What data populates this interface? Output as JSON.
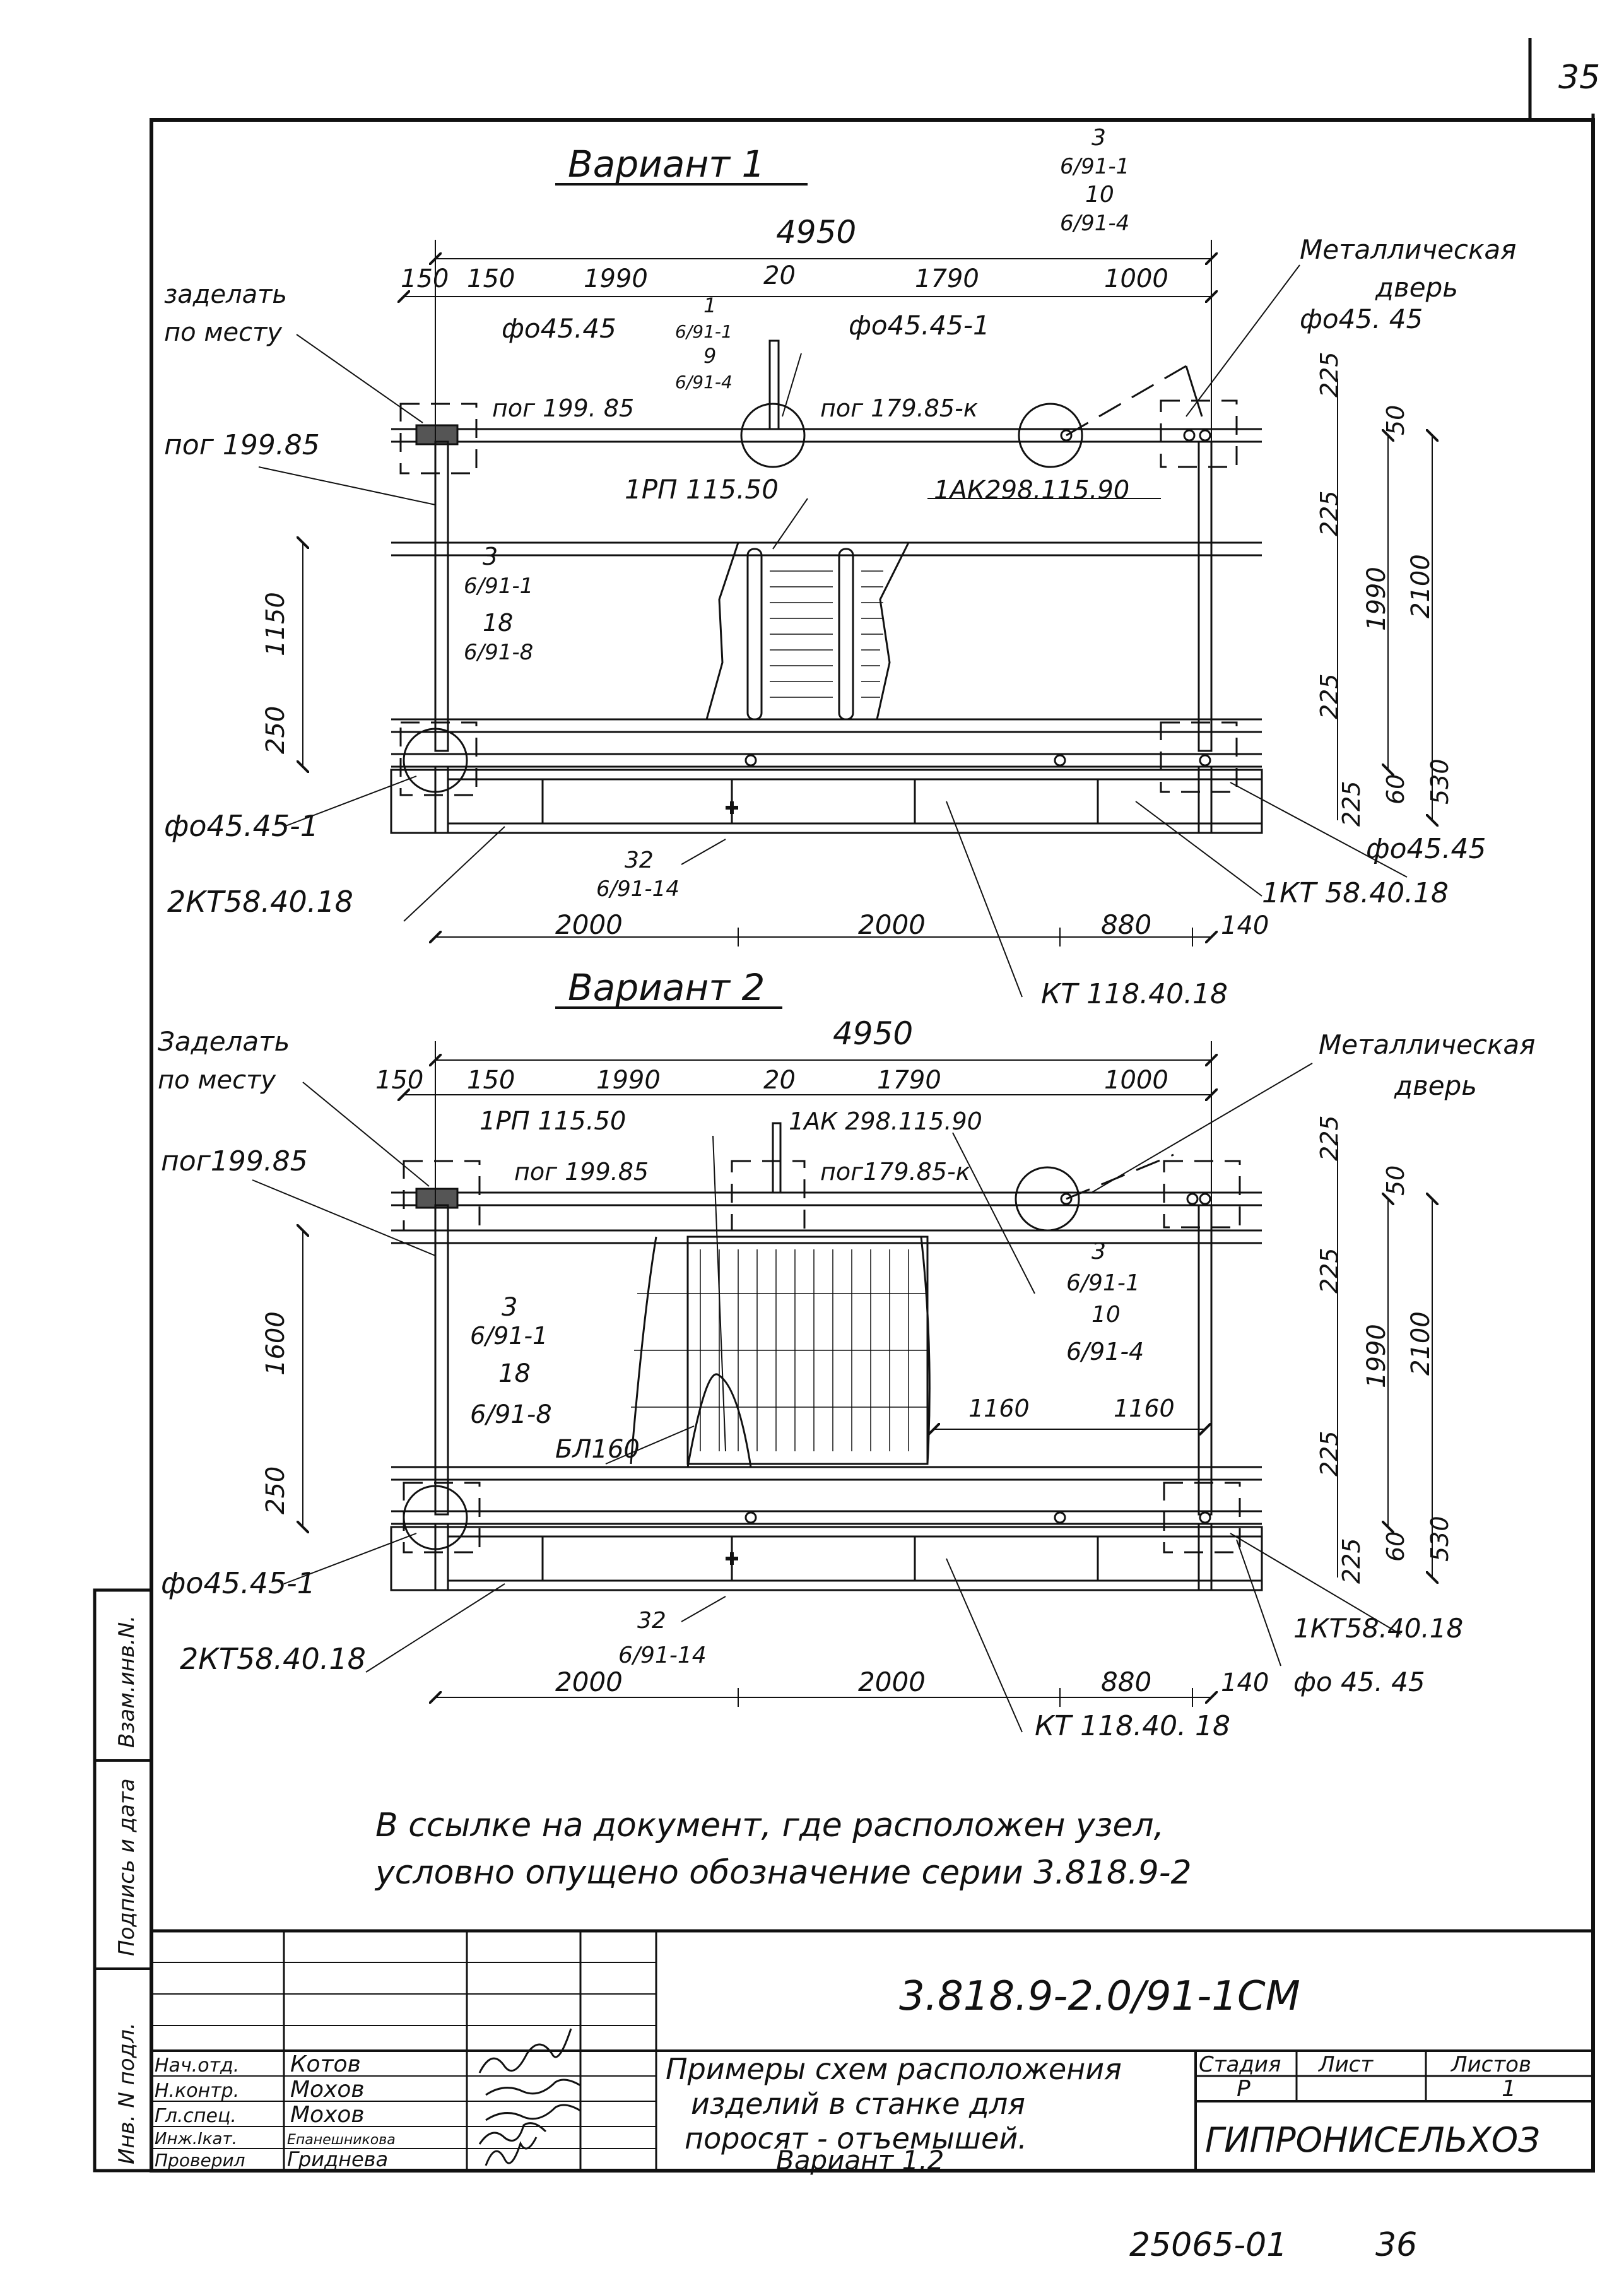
{
  "page_number": "35",
  "footer": {
    "code": "25065-01",
    "number": "36"
  },
  "variant1": {
    "title": "Вариант 1",
    "overall": "4950",
    "dims_top": [
      "150",
      "150",
      "1990",
      "20",
      "1790",
      "1000"
    ],
    "dims_bottom": [
      "2000",
      "2000",
      "880",
      "140"
    ],
    "dims_right": [
      "225",
      "50",
      "225",
      "1990",
      "2100",
      "225",
      "60",
      "530",
      "225"
    ],
    "dims_left": [
      "1150",
      "250"
    ],
    "ref_top_right": [
      "3",
      "6/91-1",
      "10",
      "6/91-4"
    ],
    "ref_mid": [
      "1",
      "6/91-1",
      "9",
      "6/91-4"
    ],
    "ref_left": [
      "3",
      "6/91-1",
      "18",
      "6/91-8"
    ],
    "ref_bottom": [
      "32",
      "6/91-14"
    ],
    "labels": {
      "zadelat1": "заделать",
      "zadelat2": "по месту",
      "pog_left": "пог 199.85",
      "pog_top1": "пог 199. 85",
      "pog_top2": "пог 179.85-к",
      "fo_top_left": "фо45.45",
      "fo_top_mid": "фо45.45-1",
      "fo_top_right": "фо45. 45",
      "metal1": "Металлическая",
      "metal2": "дверь",
      "rp": "1РП 115.50",
      "ak": "1АК298.115.90",
      "fo_bottom_left": "фо45.45-1",
      "fo_bottom_right": "фо45.45",
      "kt_left": "2КТ58.40.18",
      "kt_right": "1КТ 58.40.18",
      "kt_center": "КТ 118.40.18"
    }
  },
  "variant2": {
    "title": "Вариант 2",
    "overall": "4950",
    "dims_top": [
      "150",
      "150",
      "1990",
      "20",
      "1790",
      "1000"
    ],
    "dims_bottom": [
      "2000",
      "2000",
      "880",
      "140"
    ],
    "dims_right": [
      "225",
      "50",
      "225",
      "1990",
      "2100",
      "225",
      "60",
      "530",
      "225"
    ],
    "dims_left": [
      "1600",
      "250"
    ],
    "dims_inner": [
      "1160",
      "1160"
    ],
    "ref_right": [
      "3",
      "6/91-1",
      "10",
      "6/91-4"
    ],
    "ref_left": [
      "3",
      "6/91-1",
      "18",
      "6/91-8"
    ],
    "ref_bottom": [
      "32",
      "6/91-14"
    ],
    "labels": {
      "zadelat1": "Заделать",
      "zadelat2": "по месту",
      "pog_left": "пог199.85",
      "pog_top1": "пог 199.85",
      "pog_top2": "пог179.85-к",
      "rp": "1РП 115.50",
      "ak": "1АК 298.115.90",
      "bl": "БЛ160",
      "metal1": "Металлическая",
      "metal2": "дверь",
      "fo_bottom_left": "фо45.45-1",
      "fo_bottom_right": "фо 45. 45",
      "kt_left": "2КТ58.40.18",
      "kt_right": "1КТ58.40.18",
      "kt_center": "КТ 118.40. 18"
    }
  },
  "note": {
    "line1": "В ссылке на документ, где расположен узел,",
    "line2": "условно опущено обозначение серии 3.818.9-2"
  },
  "side_stamps": [
    "Взам.инв.N.",
    "Подпись и дата",
    "Инв. N подл."
  ],
  "title_block": {
    "designation": "3.818.9-2.0/91-1СМ",
    "title_lines": [
      "Примеры схем расположения",
      "изделий в станке для",
      "поросят - отъемышей.",
      "Вариант 1,2"
    ],
    "stage_h": "Стадия",
    "sheet_h": "Лист",
    "sheets_h": "Листов",
    "stage": "Р",
    "sheets": "1",
    "org": "ГИПРОНИСЕЛЬХОЗ",
    "people": [
      {
        "role": "Нач.отд.",
        "name": "Котов"
      },
      {
        "role": "Н.контр.",
        "name": "Мохов"
      },
      {
        "role": "Гл.спец.",
        "name": "Мохов"
      },
      {
        "role": "Инж.Iкат.",
        "name": "Епанешникова"
      },
      {
        "role": "Проверил",
        "name": "Гриднева"
      }
    ]
  }
}
